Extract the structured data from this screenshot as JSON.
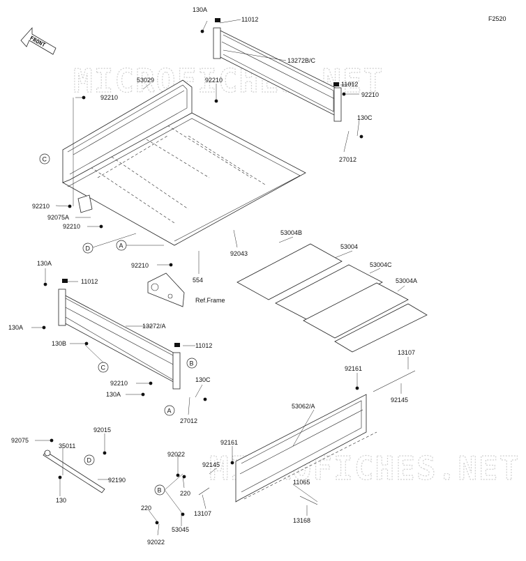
{
  "figure_code": "F2520",
  "front_label": "FRONT",
  "watermark": "MICROFICHES.NET",
  "ref_frame_label": "Ref.Frame",
  "callouts": [
    "A",
    "B",
    "C",
    "D"
  ],
  "parts": {
    "p130A_1": "130A",
    "p11012_1": "11012",
    "p13272BC": "13272B/C",
    "p53029": "53029",
    "p92210_1": "92210",
    "p92210_2": "92210",
    "p11012_2": "11012",
    "p92210_3": "92210",
    "p130C_1": "130C",
    "p27012_1": "27012",
    "p92210_4": "92210",
    "p92075A": "92075A",
    "p92210_5": "92210",
    "p92043": "92043",
    "p92210_6": "92210",
    "p554": "554",
    "p130A_2": "130A",
    "p11012_3": "11012",
    "p130A_3": "130A",
    "p13272A": "13272/A",
    "p130B": "130B",
    "p11012_4": "11012",
    "p92210_7": "92210",
    "p130A_4": "130A",
    "p130C_2": "130C",
    "p27012_2": "27012",
    "p53004B": "53004B",
    "p53004": "53004",
    "p53004C": "53004C",
    "p53004A": "53004A",
    "p13107_1": "13107",
    "p92161_1": "92161",
    "p92145_1": "92145",
    "p53062A": "53062/A",
    "p92161_2": "92161",
    "p92145_2": "92145",
    "p11065": "11065",
    "p13107_2": "13107",
    "p13168": "13168",
    "p92075": "92075",
    "p35011": "35011",
    "p92015": "92015",
    "p92190": "92190",
    "p130": "130",
    "p92022_1": "92022",
    "p220_1": "220",
    "p220_2": "220",
    "p53045": "53045",
    "p92022_2": "92022"
  }
}
